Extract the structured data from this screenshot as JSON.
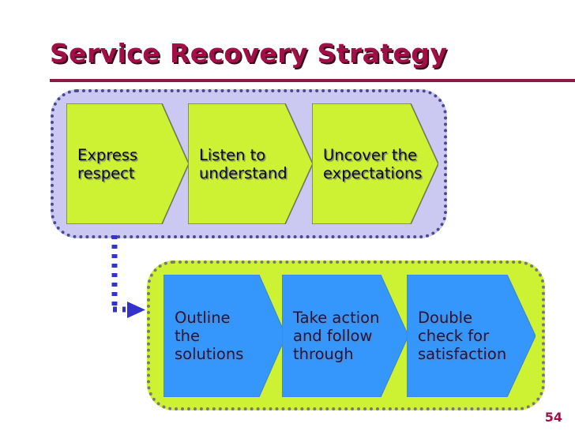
{
  "slide": {
    "title": "Service Recovery Strategy",
    "page_number": "54",
    "colors": {
      "title": "#A01046",
      "rule": "#8B1A47",
      "group_one_bg": "#CBC9F2",
      "group_one_border": "#4a4a8f",
      "group_two_bg": "#CCF233",
      "group_two_border": "#7a7a70",
      "chevron_green": "#CCF233",
      "chevron_blue": "#3597FB",
      "connector": "#3333CC",
      "label_dark": "#0a0a0a",
      "label_navy": "#17174d"
    }
  },
  "groups": [
    {
      "name": "first-phase-group",
      "steps": [
        {
          "label": "Express\nrespect"
        },
        {
          "label": "Listen to\nunderstand"
        },
        {
          "label": "Uncover the\nexpectations"
        }
      ]
    },
    {
      "name": "second-phase-group",
      "steps": [
        {
          "label": "Outline\nthe\nsolutions"
        },
        {
          "label": "Take action\nand follow\nthrough"
        },
        {
          "label": "Double\ncheck for\nsatisfaction"
        }
      ]
    }
  ],
  "connector": {
    "name": "dotted-elbow-arrow",
    "style": "dotted",
    "direction": "down-then-right"
  }
}
